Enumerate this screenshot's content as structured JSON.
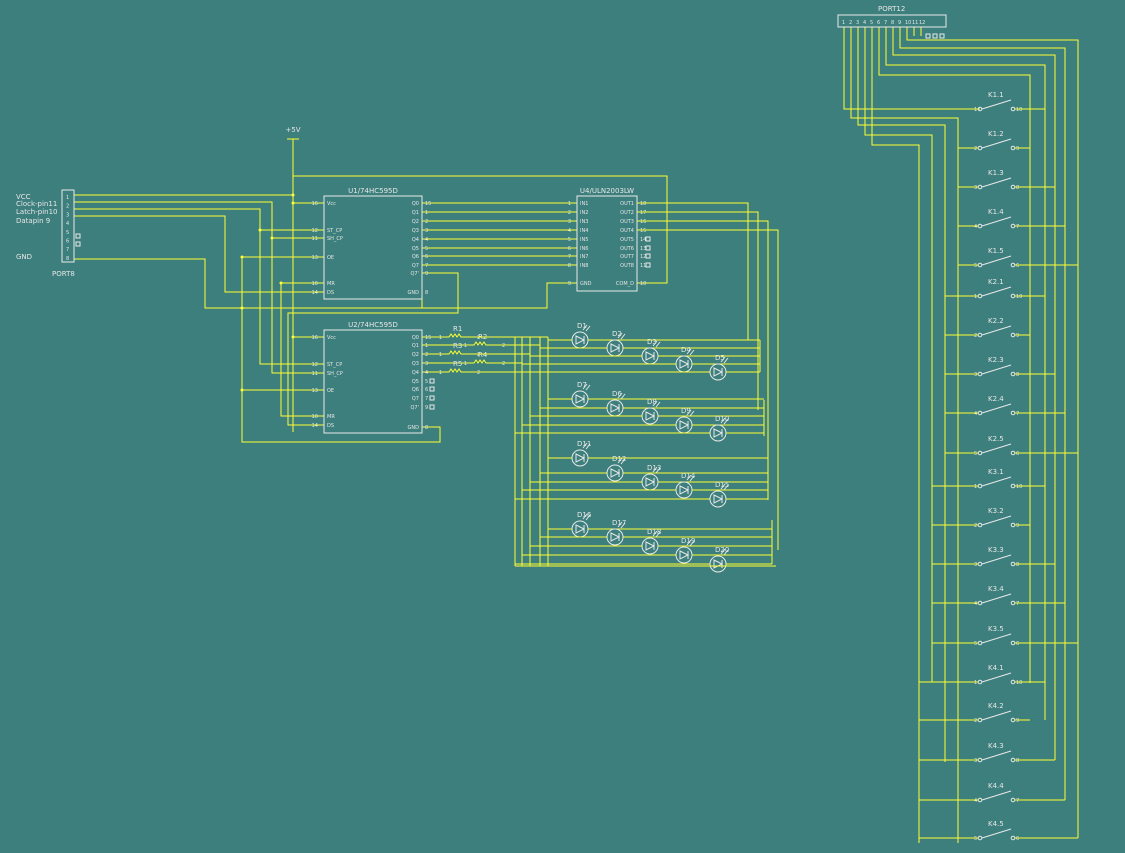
{
  "diagram": {
    "power_label": "+5V",
    "port8": {
      "name": "PORT8",
      "labels": [
        "VCC",
        "Clock-pin11",
        "Latch-pin10",
        "Datapin 9",
        "GND"
      ],
      "pins": [
        "1",
        "2",
        "3",
        "4",
        "5",
        "6",
        "7",
        "8"
      ]
    },
    "port12": {
      "name": "PORT12",
      "pins": [
        "1",
        "2",
        "3",
        "4",
        "5",
        "6",
        "7",
        "8",
        "9",
        "10",
        "11",
        "12"
      ]
    },
    "u1": {
      "name": "U1/74HC595D",
      "left_pins": [
        "Vcc",
        "ST_CP",
        "SH_CP",
        "OE",
        "MR",
        "DS"
      ],
      "left_nums": [
        "16",
        "12",
        "11",
        "13",
        "10",
        "14"
      ],
      "right_pins": [
        "Q0",
        "Q1",
        "Q2",
        "Q3",
        "Q4",
        "Q5",
        "Q6",
        "Q7",
        "Q7'",
        "GND"
      ],
      "right_nums": [
        "15",
        "1",
        "2",
        "3",
        "4",
        "5",
        "6",
        "7",
        "9",
        "8"
      ]
    },
    "u2": {
      "name": "U2/74HC595D",
      "left_pins": [
        "Vcc",
        "ST_CP",
        "SH_CP",
        "OE",
        "MR",
        "DS"
      ],
      "left_nums": [
        "16",
        "12",
        "11",
        "13",
        "10",
        "14"
      ],
      "right_pins": [
        "Q0",
        "Q1",
        "Q2",
        "Q3",
        "Q4",
        "Q5",
        "Q6",
        "Q7",
        "Q7'",
        "GND"
      ],
      "right_nums": [
        "15",
        "1",
        "2",
        "3",
        "4",
        "5",
        "6",
        "7",
        "9",
        "8"
      ]
    },
    "u4": {
      "name": "U4/ULN2003LW",
      "left_pins": [
        "IN1",
        "IN2",
        "IN3",
        "IN4",
        "IN5",
        "IN6",
        "IN7",
        "IN8",
        "GND"
      ],
      "left_nums": [
        "1",
        "2",
        "3",
        "4",
        "5",
        "6",
        "7",
        "8",
        "9"
      ],
      "right_pins": [
        "OUT1",
        "OUT2",
        "OUT3",
        "OUT4",
        "OUT5",
        "OUT6",
        "OUT7",
        "OUT8",
        "COM_D"
      ],
      "right_nums": [
        "18",
        "17",
        "16",
        "15",
        "14",
        "13",
        "12",
        "11",
        "10"
      ]
    },
    "resistors": [
      "R1",
      "R2",
      "R3",
      "R4",
      "R5"
    ],
    "leds": [
      "D1",
      "D2",
      "D3",
      "D4",
      "D5",
      "D7",
      "D6",
      "D8",
      "D9",
      "D10",
      "D11",
      "D12",
      "D13",
      "D14",
      "D15",
      "D16",
      "D17",
      "D18",
      "D19",
      "D20"
    ],
    "switches": [
      "K1.1",
      "K1.2",
      "K1.3",
      "K1.4",
      "K1.5",
      "K2.1",
      "K2.2",
      "K2.3",
      "K2.4",
      "K2.5",
      "K3.1",
      "K3.2",
      "K3.3",
      "K3.4",
      "K3.5",
      "K4.1",
      "K4.2",
      "K4.3",
      "K4.4",
      "K4.5"
    ],
    "switch_pin_left": [
      "1",
      "2",
      "3",
      "4",
      "5"
    ],
    "switch_pin_right": [
      "10",
      "9",
      "8",
      "7",
      "6"
    ]
  }
}
